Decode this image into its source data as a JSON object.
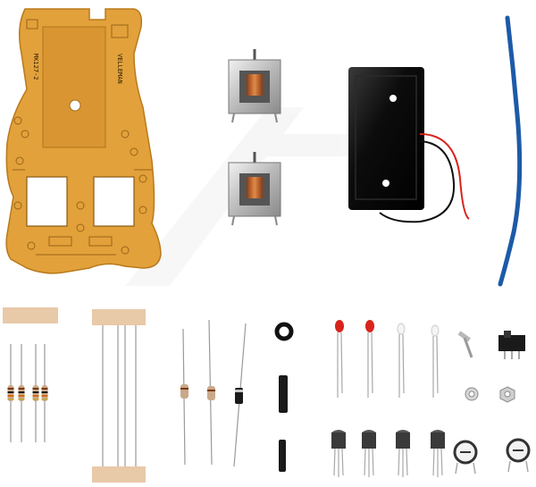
{
  "pcb": {
    "brand_text": "VELLEMAN",
    "model_text": "MK127-2"
  },
  "colors": {
    "pcb": "#e2a13a",
    "pcb_dark": "#b97a1c",
    "battery_holder": "#0c0c0c",
    "heat_shrink": "#1d5aa8",
    "led_red": "#d8241c",
    "resistor_body": "#c9a98a",
    "tape": "#e8c9a8"
  },
  "components": [
    "pcb-board",
    "dc-motor",
    "dc-motor",
    "battery-holder",
    "heat-shrink-tube",
    "resistor-strip-4",
    "resistor-strip-2",
    "diode",
    "diode",
    "rubber-ring",
    "ir-diode",
    "red-led",
    "red-led",
    "photo-diode",
    "photo-diode",
    "screw",
    "slide-switch",
    "washer",
    "nut",
    "transistor",
    "transistor",
    "transistor",
    "transistor",
    "trimmer-potentiometer",
    "trimmer-potentiometer"
  ]
}
